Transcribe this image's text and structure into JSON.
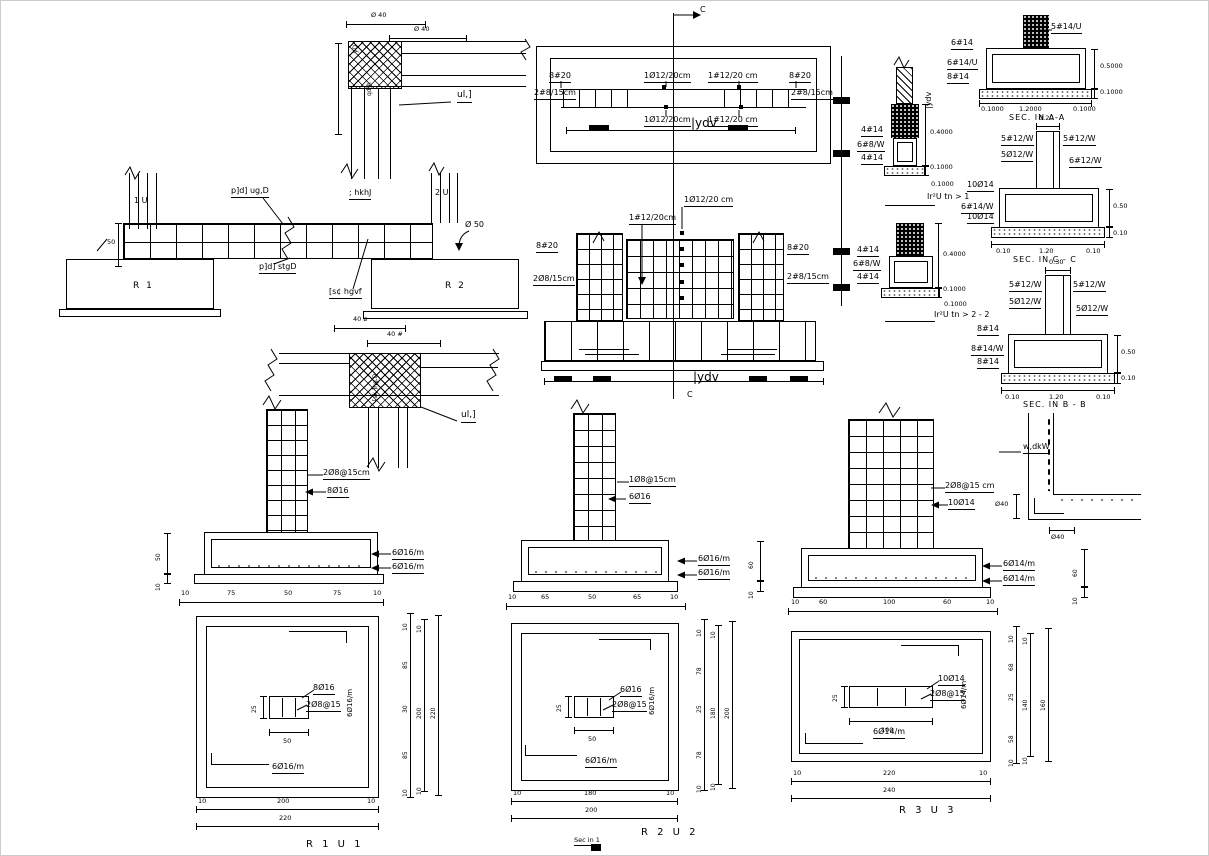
{
  "detail1": {
    "dim_a": "Ø 40",
    "dim_b": "Ø 40",
    "side_label": "yD",
    "inner_label": "qd]h",
    "callout": "ul,]"
  },
  "detail2": {
    "dim_a": "40 ø",
    "dim_b": "40 #",
    "inner_label": "[sk ]hg,D",
    "callout": "ul,]"
  },
  "plan_top": {
    "section_mark": "C",
    "left_bars": "8#20",
    "left_stirrups": "2#8/15cm",
    "right_bars": "8#20",
    "right_stirrups": "2#8/15cm",
    "top_left_bars": "1Ø12/20cm",
    "top_right_bars": "1#12/20 cm",
    "bottom_left_bars": "1Ø12/20cm",
    "bottom_right_bars": "1#12/20 cm",
    "center_text": "|ydv"
  },
  "elevation": {
    "top_bars": "1Ø12/20 cm",
    "mid_bars": "1#12/20cm",
    "left_bars": "8#20",
    "left_stirrups": "2Ø8/15cm",
    "right_bars": "8#20",
    "right_stirrups": "2#8/15cm",
    "bottom_text": "|ydv",
    "section_mark": "C"
  },
  "strap_beam": {
    "col1_mark": "1 U",
    "col2_mark": "2 U",
    "top_bars_label": "p]d] ug,D",
    "hook_label": "; hkhJ",
    "bottom_bars_label": "p]d] stgD",
    "side_label": "[s¢ hgvf",
    "footing1": "R 1",
    "footing2": "R 2",
    "hook_dim": "Ø 50",
    "offset_dim": "50"
  },
  "sec_aa": {
    "title": "SEC. IN A-A",
    "left_top": "6#14",
    "left_mid": "6#14/U",
    "left_bot": "8#14",
    "right_top": "5#14/U",
    "height_dim": "0.5000",
    "pad_dim": "0.1000",
    "bottom_dims": [
      "0.1000",
      "1.2000",
      "0.1000"
    ]
  },
  "wall_section_1": {
    "top_bar": "4#14",
    "stirrup": "6#8/W",
    "bottom_bar": "4#14",
    "height_dim": "0.4000",
    "pad_dim1": "0.1000",
    "pad_dim2": "0.1000",
    "side_text": "|ydv"
  },
  "wall_section_2": {
    "top_bar": "4#14",
    "stirrup": "6#8/W",
    "bottom_bar": "4#14",
    "height_dim": "0.4000",
    "pad_dim1": "0.1000",
    "pad_dim2": "0.1000"
  },
  "note_1": "Ir²U  tn > 1",
  "note_2": "Ir²U  tn > 2 - 2",
  "sec_cc": {
    "title": "SEC. IN C - C",
    "col_width_dim": "0.20",
    "col_left_top": "5#12/W",
    "col_left_bot": "5Ø12/W",
    "col_right_top": "5#12/W",
    "col_right_bot": "6#12/W",
    "foot_top": "10Ø14",
    "foot_mid": "6#14/W",
    "foot_bot": "10Ø14",
    "height_dim": "0.50",
    "pad_dim": "0.10",
    "bottom_dims": [
      "0.10",
      "1.20",
      "0.10"
    ]
  },
  "sec_bb": {
    "title": "SEC. IN B - B",
    "col_width_dim": "0.30",
    "col_left_top": "5#12/W",
    "col_left_bot": "5Ø12/W",
    "col_right_top": "5#12/W",
    "col_right_bot": "5Ø12/W",
    "foot_top": "8#14",
    "foot_mid": "8#14/W",
    "foot_bot": "8#14",
    "height_dim": "0.50",
    "pad_dim": "0.10",
    "bottom_dims": [
      "0.10",
      "1.20",
      "0.10"
    ]
  },
  "footing1": {
    "elev": {
      "stirrups": "2Ø8@15cm",
      "vert_bars": "8Ø16",
      "mesh_top": "6Ø16/m",
      "mesh_bot": "6Ø16/m",
      "depth_dim": "50",
      "pad_dim": "10",
      "bottom_dims": [
        "10",
        "75",
        "50",
        "75",
        "10"
      ]
    },
    "plan": {
      "corner_bars": "8Ø16",
      "ties": "2Ø8@15",
      "mesh_side": "6Ø16/m",
      "mesh_bottom": "6Ø16/m",
      "col_w": "50",
      "col_h": "25",
      "bottom_dims": [
        "10",
        "200",
        "10"
      ],
      "bottom_total": "220",
      "side_dims": [
        "10",
        "10",
        "85",
        "30",
        "85",
        "10",
        "10"
      ],
      "side_inner": "200",
      "side_total": "220",
      "title": "R 1  U 1"
    }
  },
  "footing2": {
    "elev": {
      "stirrups": "1Ø8@15cm",
      "vert_bars": "6Ø16",
      "mesh_top": "6Ø16/m",
      "mesh_bot": "6Ø16/m",
      "depth_dim": "60",
      "pad_dim": "10",
      "bottom_dims": [
        "10",
        "65",
        "50",
        "65",
        "10"
      ]
    },
    "plan": {
      "corner_bars": "6Ø16",
      "ties": "2Ø8@15",
      "mesh_side": "6Ø16/m",
      "mesh_bottom": "6Ø16/m",
      "col_w": "50",
      "col_h": "25",
      "bottom_dims": [
        "10",
        "180",
        "10"
      ],
      "bottom_total": "200",
      "side_dims": [
        "10",
        "10",
        "78",
        "25",
        "78",
        "10",
        "10"
      ],
      "side_inner": "180",
      "side_total": "200",
      "title": "R 2  U 2",
      "section_note": "Sec in 1"
    }
  },
  "footing3": {
    "elev": {
      "stirrups": "2Ø8@15 cm",
      "vert_bars": "10Ø14",
      "mesh_top": "6Ø14/m",
      "mesh_bot": "6Ø14/m",
      "depth_dim": "60",
      "pad_dim": "10",
      "bottom_dims": [
        "10",
        "60",
        "100",
        "60",
        "10"
      ]
    },
    "plan": {
      "corner_bars": "10Ø14",
      "ties": "2Ø8@15",
      "mesh_side": "6Ø14/m",
      "mesh_bottom": "6Ø14/m",
      "col_w": "100",
      "col_h": "25",
      "bottom_dims": [
        "10",
        "220",
        "10"
      ],
      "bottom_total": "240",
      "side_dims": [
        "10",
        "10",
        "68",
        "25",
        "58",
        "10",
        "10"
      ],
      "side_inner": "140",
      "side_total": "160",
      "title": "R 3  U 3"
    }
  },
  "corner_detail": {
    "callout": "w,dkW",
    "dim_v": "Ø40",
    "dim_h": "Ø40"
  }
}
